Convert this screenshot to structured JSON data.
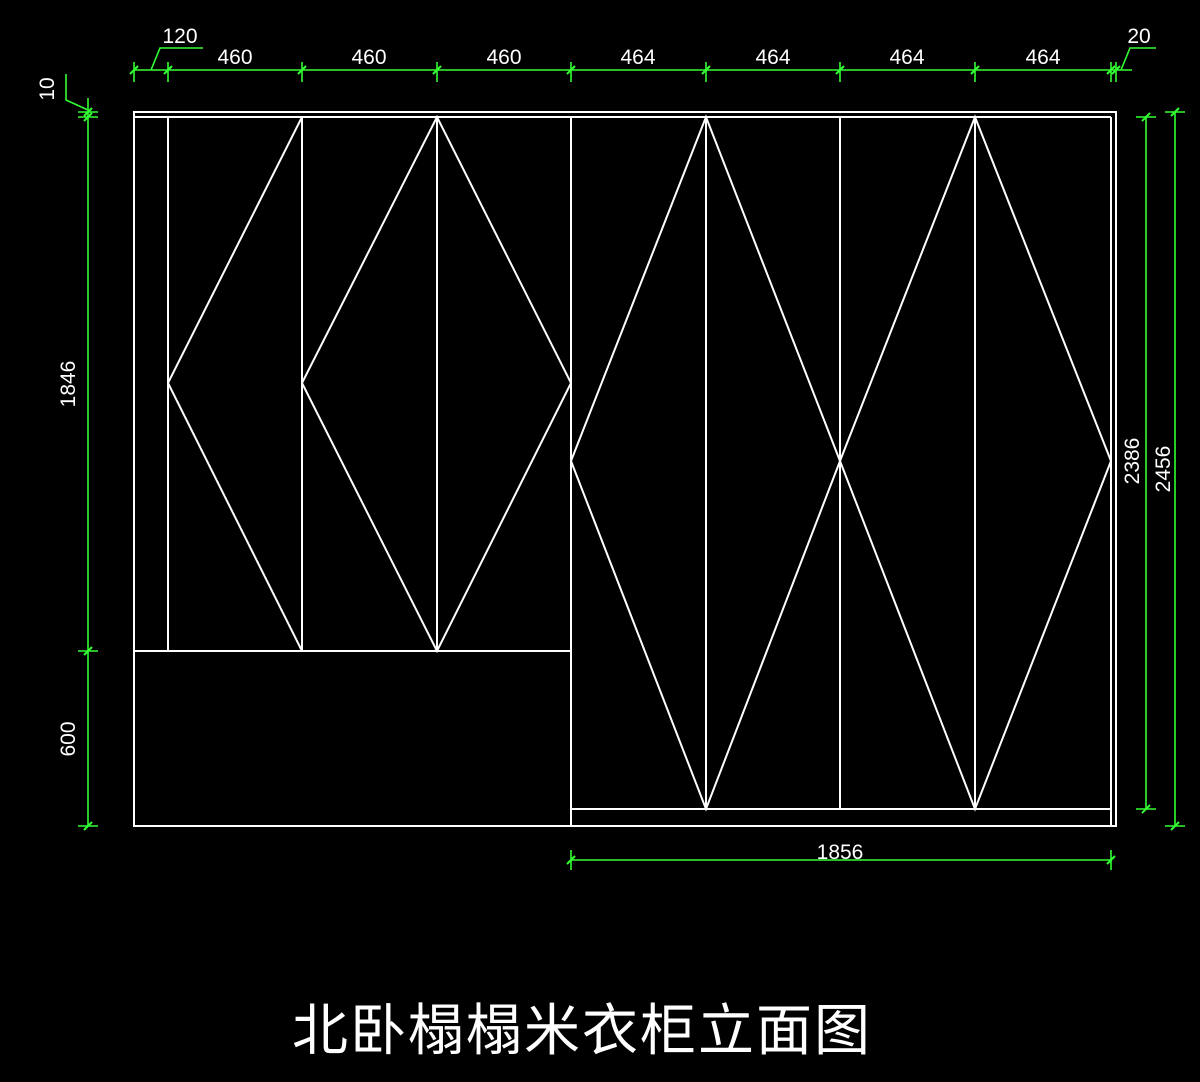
{
  "title": "北卧榻榻米衣柜立面图",
  "colors": {
    "background": "#000000",
    "lines": "#ffffff",
    "dimensions": "#33ff33",
    "text": "#ffffff"
  },
  "dimensions": {
    "top_120": "120",
    "top_460_a": "460",
    "top_460_b": "460",
    "top_460_c": "460",
    "top_464_a": "464",
    "top_464_b": "464",
    "top_464_c": "464",
    "top_464_d": "464",
    "top_20": "20",
    "left_10": "10",
    "left_1846": "1846",
    "left_600": "600",
    "right_2386": "2386",
    "right_2456": "2456",
    "bottom_1856": "1856"
  }
}
